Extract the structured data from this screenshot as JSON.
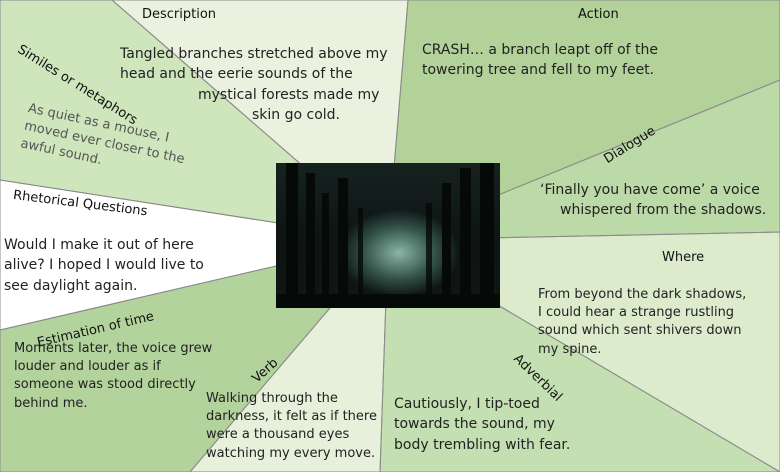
{
  "colors": {
    "description": "#eaf2df",
    "action": "#b2d29a",
    "dialogue": "#bcd9a8",
    "where": "#dcebcc",
    "adverbial": "#c4dfb1",
    "verb": "#e6f0da",
    "estimation_of_time": "#b3d39d",
    "rhetorical_questions": "#ffffff",
    "similes_or_metaphors": "#cfe5bc",
    "divider": "#8a8a8a"
  },
  "image": {
    "subject": "misty-forest-photo"
  },
  "sections": {
    "description": {
      "label": "Description",
      "lines": [
        "Tangled branches stretched above my",
        "head and the eerie sounds of the",
        "mystical forests made my",
        "skin go cold."
      ]
    },
    "action": {
      "label": "Action",
      "lines": [
        "CRASH… a branch leapt off of the",
        "towering tree and fell to my feet."
      ]
    },
    "dialogue": {
      "label": "Dialogue",
      "lines": [
        "‘Finally you have come’ a voice",
        "whispered from the shadows."
      ]
    },
    "where": {
      "label": "Where",
      "lines": [
        "From beyond the dark shadows,",
        "I could hear a strange rustling",
        "sound which sent shivers down",
        "my spine."
      ]
    },
    "adverbial": {
      "label": "Adverbial",
      "lines": [
        "Cautiously, I tip-toed",
        "towards the sound, my",
        "body trembling with fear."
      ]
    },
    "verb": {
      "label": "Verb",
      "lines": [
        "Walking through the",
        "darkness, it felt as if there",
        "were a thousand eyes",
        "watching my every move."
      ]
    },
    "estimation_of_time": {
      "label": "Estimation of time",
      "lines": [
        "Moments later, the voice grew",
        "louder and louder as if",
        "someone was stood directly",
        "behind me."
      ]
    },
    "rhetorical_questions": {
      "label": "Rhetorical Questions",
      "lines": [
        "Would I make it out of here",
        "alive? I hoped I would live to",
        "see daylight again."
      ]
    },
    "similes_or_metaphors": {
      "label": "Similes or metaphors",
      "lines": [
        "As quiet as a mouse, I",
        "moved ever closer to the",
        "awful sound."
      ]
    }
  }
}
